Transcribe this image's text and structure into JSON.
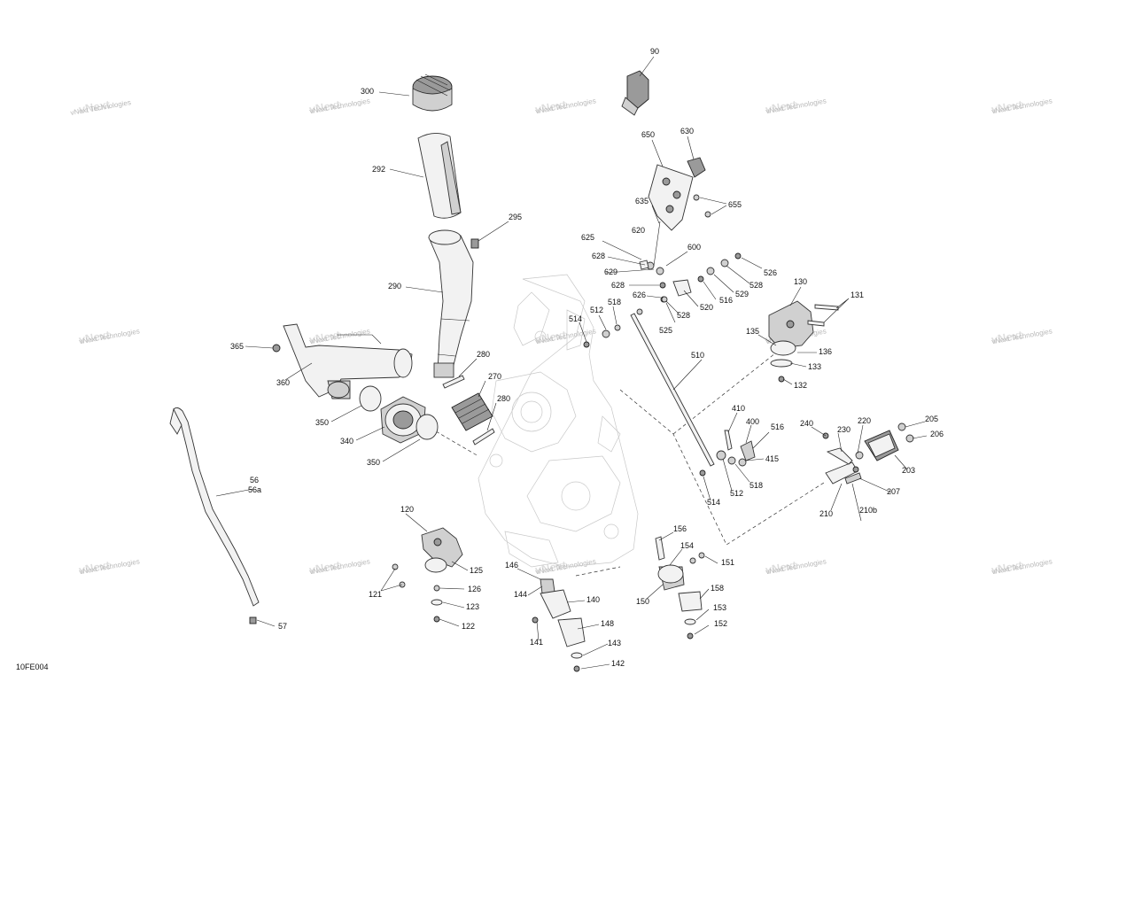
{
  "figure_code": "10FE004",
  "watermark": {
    "text": "vNext Technologies"
  },
  "callouts": {
    "c90": "90",
    "c300": "300",
    "c292": "292",
    "c295": "295",
    "c290": "290",
    "c650": "650",
    "c630": "630",
    "c655": "655",
    "c635": "635",
    "c620": "620",
    "c625": "625",
    "c628a": "628",
    "c628b": "628",
    "c629": "629",
    "c626": "626",
    "c600": "600",
    "c526": "526",
    "c528a": "528",
    "c528b": "528",
    "c529": "529",
    "c516a": "516",
    "c520": "520",
    "c525": "525",
    "c518a": "518",
    "c512a": "512",
    "c514a": "514",
    "c510": "510",
    "c130": "130",
    "c131": "131",
    "c135": "135",
    "c136": "136",
    "c133": "133",
    "c132": "132",
    "c365": "365",
    "c360": "360",
    "c280a": "280",
    "c270": "270",
    "c280b": "280",
    "c350a": "350",
    "c340": "340",
    "c350b": "350",
    "c410": "410",
    "c400": "400",
    "c516b": "516",
    "c415": "415",
    "c518b": "518",
    "c512b": "512",
    "c514b": "514",
    "c240": "240",
    "c230": "230",
    "c220": "220",
    "c205": "205",
    "c206": "206",
    "c203": "203",
    "c207": "207",
    "c210": "210",
    "c210b": "210b",
    "c56": "56",
    "c56a": "56a",
    "c57": "57",
    "c120": "120",
    "c125": "125",
    "c121": "121",
    "c126": "126",
    "c123": "123",
    "c122": "122",
    "c156": "156",
    "c154": "154",
    "c151": "151",
    "c146": "146",
    "c144": "144",
    "c140": "140",
    "c150": "150",
    "c158": "158",
    "c153": "153",
    "c152": "152",
    "c148": "148",
    "c141": "141",
    "c143": "143",
    "c142": "142"
  }
}
